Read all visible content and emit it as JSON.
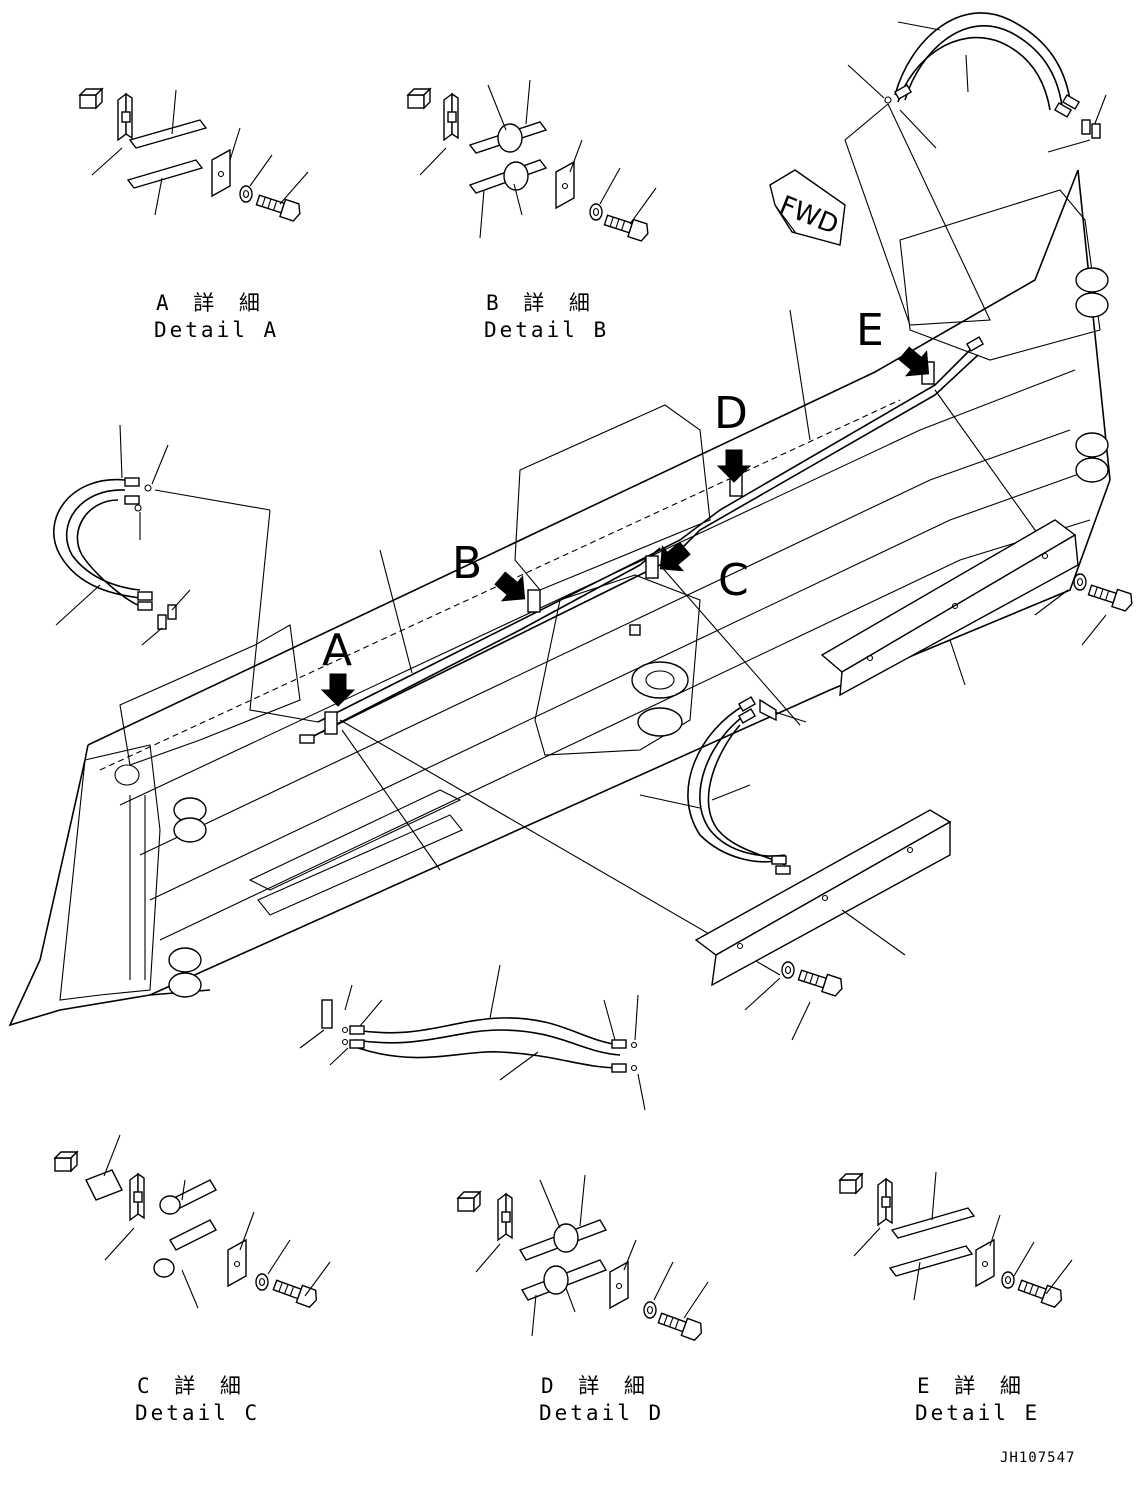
{
  "callouts": {
    "a": "A",
    "b": "B",
    "c": "C",
    "d": "D",
    "e": "E"
  },
  "fwd_label": "FWD",
  "details": {
    "a": {
      "jp": "A 詳 細",
      "en": "Detail A"
    },
    "b": {
      "jp": "B 詳 細",
      "en": "Detail B"
    },
    "c": {
      "jp": "C 詳 細",
      "en": "Detail C"
    },
    "d": {
      "jp": "D 詳 細",
      "en": "Detail D"
    },
    "e": {
      "jp": "E 詳 細",
      "en": "Detail E"
    }
  },
  "drawing_code": "JH107547",
  "icons": [
    "fwd-arrow-icon",
    "callout-arrow-icon",
    "bolt-icon",
    "washer-icon",
    "clamp-icon",
    "hose-icon",
    "small-part-icon"
  ]
}
